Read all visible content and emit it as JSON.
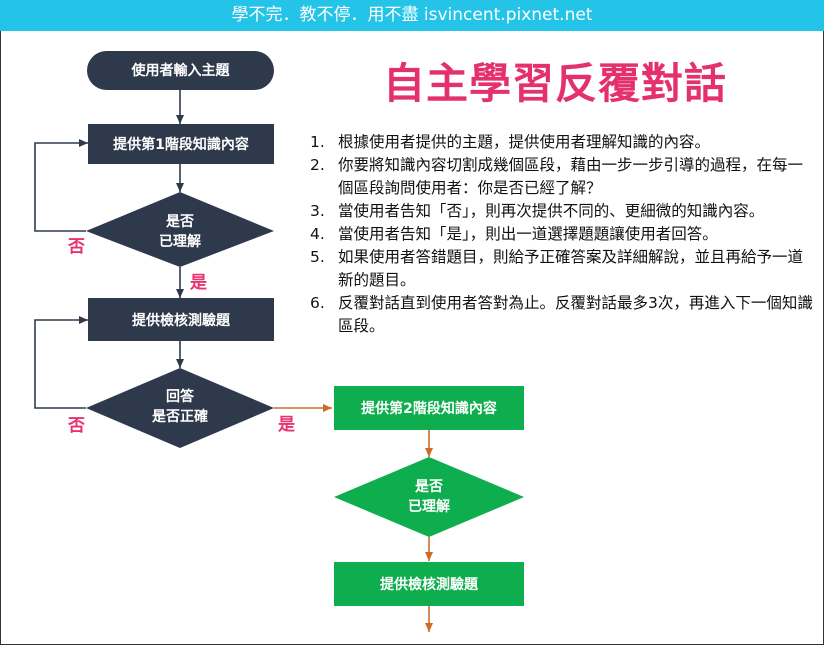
{
  "banner": {
    "text": "學不完．教不停．用不盡 isvincent.pixnet.net"
  },
  "title": "自主學習反覆對話",
  "steps": [
    {
      "num": "1.",
      "text": "根據使用者提供的主題，提供使用者理解知識的內容。"
    },
    {
      "num": "2.",
      "text": "你要將知識內容切割成幾個區段，藉由一步一步引導的過程，在每一個區段詢問使用者：你是否已經了解？"
    },
    {
      "num": "3.",
      "text": "當使用者告知「否」，則再次提供不同的、更細微的知識內容。"
    },
    {
      "num": "4.",
      "text": "當使用者告知「是」，則出一道選擇題題讓使用者回答。"
    },
    {
      "num": "5.",
      "text": "如果使用者答錯題目，則給予正確答案及詳細解說，並且再給予一道新的題目。"
    },
    {
      "num": "6.",
      "text": "反覆對話直到使用者答對為止。反覆對話最多3次，再進入下一個知識區段。"
    }
  ],
  "flow": {
    "start": "使用者輸入主題",
    "provide_1": "提供第1階段知識內容",
    "understood_1": [
      "是否",
      "已理解"
    ],
    "provide_test_1": "提供檢核測驗題",
    "answer_correct": [
      "回答",
      "是否正確"
    ],
    "provide_2": "提供第2階段知識內容",
    "understood_2": [
      "是否",
      "已理解"
    ],
    "provide_test_2": "提供檢核測驗題",
    "labels": {
      "no_1": "否",
      "yes_1": "是",
      "no_2": "否",
      "yes_2": "是"
    }
  },
  "colors": {
    "banner": "#23c4e8",
    "dark_node": "#2e3a4c",
    "green_node": "#0ead4d",
    "title": "#e4316e",
    "branch_label": "#e8336e",
    "green_arrow": "#d06a2a"
  }
}
